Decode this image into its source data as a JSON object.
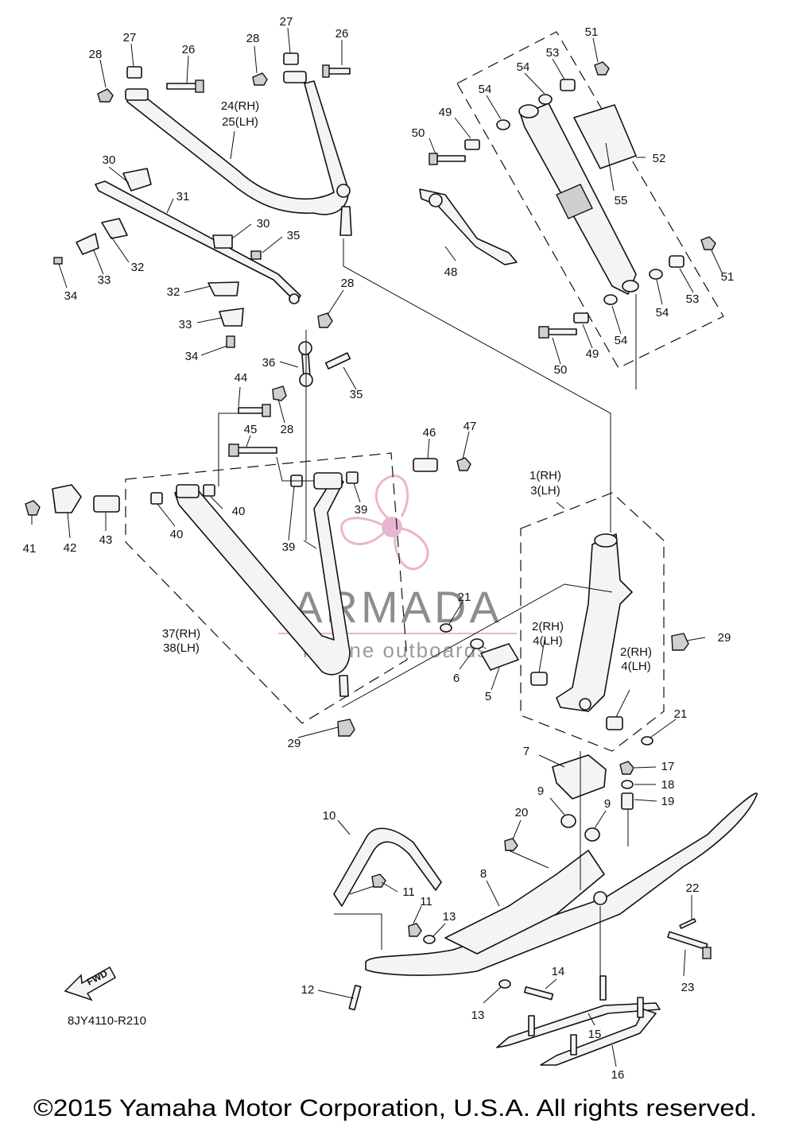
{
  "diagram": {
    "drawing_code": "8JY4110-R210",
    "copyright": "©2015 Yamaha Motor Corporation, U.S.A. All rights reserved.",
    "fwd_label": "FWD",
    "watermark": {
      "name": "ARMADA",
      "tagline": "marine outboards"
    },
    "colors": {
      "line": "#111111",
      "watermark_pink": "#e6a9c8",
      "watermark_text": "#7a7a7a"
    },
    "callouts": [
      {
        "id": "c-28-a",
        "text": "28"
      },
      {
        "id": "c-27-a",
        "text": "27"
      },
      {
        "id": "c-26-a",
        "text": "26"
      },
      {
        "id": "c-28-b",
        "text": "28"
      },
      {
        "id": "c-27-b",
        "text": "27"
      },
      {
        "id": "c-26-b",
        "text": "26"
      },
      {
        "id": "c-24",
        "text": "24(RH)"
      },
      {
        "id": "c-25",
        "text": "25(LH)"
      },
      {
        "id": "c-51-a",
        "text": "51"
      },
      {
        "id": "c-54-a",
        "text": "54"
      },
      {
        "id": "c-53-a",
        "text": "53"
      },
      {
        "id": "c-54-b",
        "text": "54"
      },
      {
        "id": "c-49-a",
        "text": "49"
      },
      {
        "id": "c-50-a",
        "text": "50"
      },
      {
        "id": "c-52",
        "text": "52"
      },
      {
        "id": "c-55",
        "text": "55"
      },
      {
        "id": "c-30-a",
        "text": "30"
      },
      {
        "id": "c-31",
        "text": "31"
      },
      {
        "id": "c-30-b",
        "text": "30"
      },
      {
        "id": "c-35-a",
        "text": "35"
      },
      {
        "id": "c-32-a",
        "text": "32"
      },
      {
        "id": "c-33-a",
        "text": "33"
      },
      {
        "id": "c-34-a",
        "text": "34"
      },
      {
        "id": "c-32-b",
        "text": "32"
      },
      {
        "id": "c-33-b",
        "text": "33"
      },
      {
        "id": "c-34-b",
        "text": "34"
      },
      {
        "id": "c-28-c",
        "text": "28"
      },
      {
        "id": "c-48",
        "text": "48"
      },
      {
        "id": "c-51-b",
        "text": "51"
      },
      {
        "id": "c-53-b",
        "text": "53"
      },
      {
        "id": "c-54-c",
        "text": "54"
      },
      {
        "id": "c-54-d",
        "text": "54"
      },
      {
        "id": "c-49-b",
        "text": "49"
      },
      {
        "id": "c-50-b",
        "text": "50"
      },
      {
        "id": "c-36",
        "text": "36"
      },
      {
        "id": "c-35-b",
        "text": "35"
      },
      {
        "id": "c-44",
        "text": "44"
      },
      {
        "id": "c-28-d",
        "text": "28"
      },
      {
        "id": "c-45",
        "text": "45"
      },
      {
        "id": "c-46",
        "text": "46"
      },
      {
        "id": "c-47",
        "text": "47"
      },
      {
        "id": "c-1",
        "text": "1(RH)"
      },
      {
        "id": "c-3",
        "text": "3(LH)"
      },
      {
        "id": "c-41",
        "text": "41"
      },
      {
        "id": "c-42",
        "text": "42"
      },
      {
        "id": "c-43",
        "text": "43"
      },
      {
        "id": "c-40-a",
        "text": "40"
      },
      {
        "id": "c-40-b",
        "text": "40"
      },
      {
        "id": "c-39-a",
        "text": "39"
      },
      {
        "id": "c-39-b",
        "text": "39"
      },
      {
        "id": "c-21-a",
        "text": "21"
      },
      {
        "id": "c-2-a",
        "text": "2(RH)"
      },
      {
        "id": "c-4-a",
        "text": "4(LH)"
      },
      {
        "id": "c-29-a",
        "text": "29"
      },
      {
        "id": "c-37",
        "text": "37(RH)"
      },
      {
        "id": "c-38",
        "text": "38(LH)"
      },
      {
        "id": "c-6",
        "text": "6"
      },
      {
        "id": "c-2-b",
        "text": "2(RH)"
      },
      {
        "id": "c-4-b",
        "text": "4(LH)"
      },
      {
        "id": "c-5",
        "text": "5"
      },
      {
        "id": "c-21-b",
        "text": "21"
      },
      {
        "id": "c-29-b",
        "text": "29"
      },
      {
        "id": "c-7",
        "text": "7"
      },
      {
        "id": "c-17",
        "text": "17"
      },
      {
        "id": "c-18",
        "text": "18"
      },
      {
        "id": "c-19",
        "text": "19"
      },
      {
        "id": "c-10",
        "text": "10"
      },
      {
        "id": "c-9-a",
        "text": "9"
      },
      {
        "id": "c-9-b",
        "text": "9"
      },
      {
        "id": "c-20",
        "text": "20"
      },
      {
        "id": "c-8",
        "text": "8"
      },
      {
        "id": "c-11-a",
        "text": "11"
      },
      {
        "id": "c-11-b",
        "text": "11"
      },
      {
        "id": "c-13-a",
        "text": "13"
      },
      {
        "id": "c-22",
        "text": "22"
      },
      {
        "id": "c-23",
        "text": "23"
      },
      {
        "id": "c-14",
        "text": "14"
      },
      {
        "id": "c-12",
        "text": "12"
      },
      {
        "id": "c-13-b",
        "text": "13"
      },
      {
        "id": "c-15",
        "text": "15"
      },
      {
        "id": "c-16",
        "text": "16"
      }
    ]
  }
}
